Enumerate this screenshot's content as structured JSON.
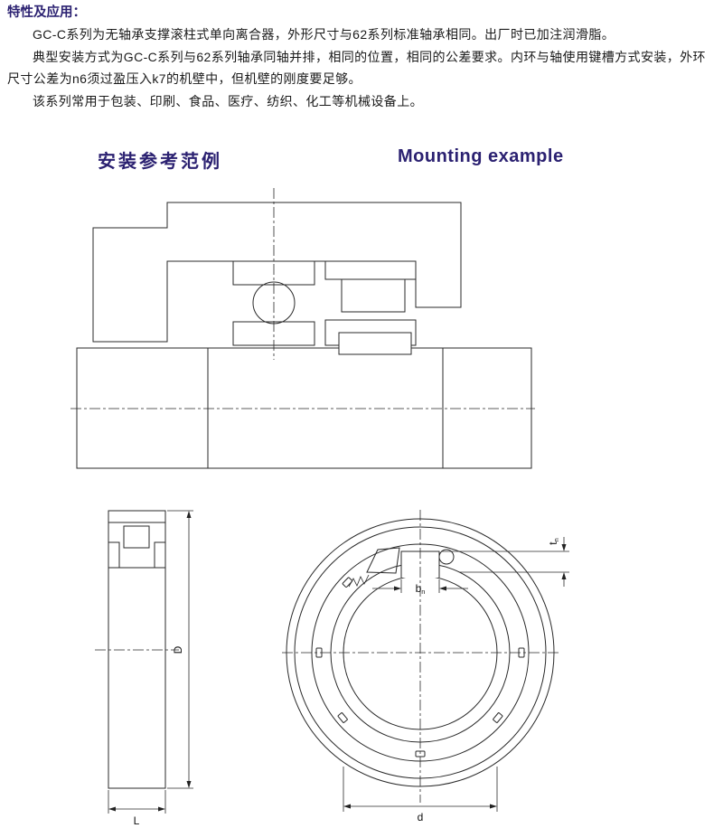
{
  "header": {
    "title": "特性及应用："
  },
  "paragraphs": [
    "GC-C系列为无轴承支撑滚柱式单向离合器，外形尺寸与62系列标准轴承相同。出厂时已加注润滑脂。",
    "典型安装方式为GC-C系列与62系列轴承同轴并排，相同的位置，相同的公差要求。内环与轴使用键槽方式安装，外环尺寸公差为n6须过盈压入k7的机壁中，但机壁的刚度要足够。",
    "该系列常用于包装、印刷、食品、医疗、纺织、化工等机械设备上。"
  ],
  "section_headings": {
    "zh": "安装参考范例",
    "en": "Mounting example"
  },
  "drawings": {
    "side_view": {
      "dim_outer_diameter": "D",
      "dim_width": "L"
    },
    "front_view": {
      "dim_bore": "d",
      "dim_keyway_width_main": "b",
      "dim_keyway_width_sub": "n",
      "dim_keyway_depth_main": "t",
      "dim_keyway_depth_sub": "n"
    }
  },
  "colors": {
    "heading": "#2b2171",
    "text": "#1a1a1a",
    "line": "#2a2a2a"
  }
}
